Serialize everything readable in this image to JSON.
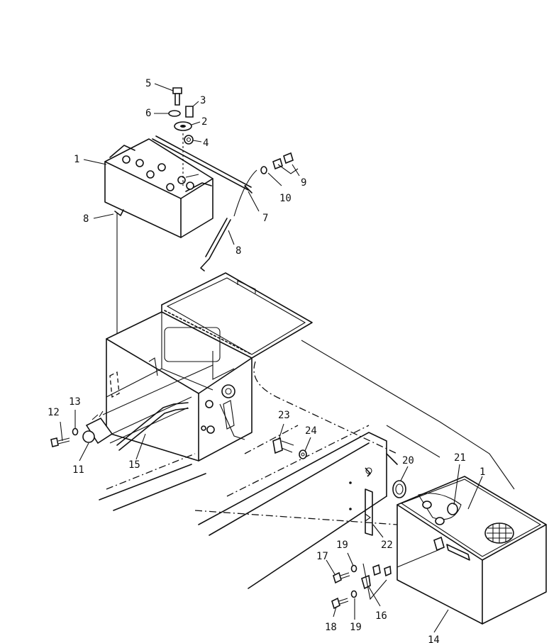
{
  "callouts": [
    "1",
    "2",
    "3",
    "4",
    "5",
    "6",
    "7",
    "8",
    "9",
    "10",
    "11",
    "12",
    "13",
    "14",
    "15",
    "16",
    "17",
    "18",
    "19",
    "20",
    "21",
    "22",
    "23",
    "24"
  ],
  "labels": {
    "n1_battery": "1",
    "n1_battery_right": "1",
    "n2": "2",
    "n3": "3",
    "n4": "4",
    "n5": "5",
    "n6": "6",
    "n7": "7",
    "n8_left": "8",
    "n8_right": "8",
    "n9": "9",
    "n10": "10",
    "n11": "11",
    "n12": "12",
    "n13": "13",
    "n14": "14",
    "n15": "15",
    "n16": "16",
    "n17": "17",
    "n18": "18",
    "n19_upper": "19",
    "n19_lower": "19",
    "n20": "20",
    "n21": "21",
    "n22": "22",
    "n23": "23",
    "n24": "24"
  },
  "colors": {
    "ink": "#111111",
    "paper": "#ffffff"
  }
}
